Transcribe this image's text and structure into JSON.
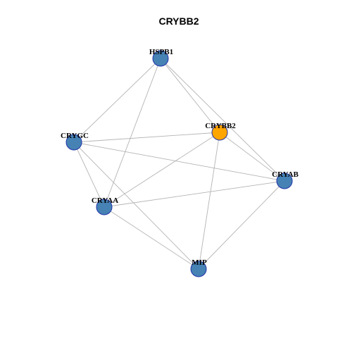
{
  "title": "CRYBB2",
  "colors": {
    "focus_node": "#ffa500",
    "other_node": "#4682b4",
    "node_border": "#2233aa",
    "edge": "#b4b4b4"
  },
  "nodes": [
    {
      "id": "HSPB1",
      "label": "HSPB1",
      "focus": false
    },
    {
      "id": "CRYBB2",
      "label": "CRYBB2",
      "focus": true
    },
    {
      "id": "CRYGC",
      "label": "CRYGC",
      "focus": false
    },
    {
      "id": "CRYAB",
      "label": "CRYAB",
      "focus": false
    },
    {
      "id": "CRYAA",
      "label": "CRYAA",
      "focus": false
    },
    {
      "id": "MIP",
      "label": "MIP",
      "focus": false
    }
  ],
  "edges": [
    [
      "HSPB1",
      "CRYGC"
    ],
    [
      "HSPB1",
      "CRYAA"
    ],
    [
      "HSPB1",
      "CRYBB2"
    ],
    [
      "HSPB1",
      "CRYAB"
    ],
    [
      "CRYGC",
      "CRYBB2"
    ],
    [
      "CRYGC",
      "CRYAB"
    ],
    [
      "CRYGC",
      "CRYAA"
    ],
    [
      "CRYGC",
      "MIP"
    ],
    [
      "CRYBB2",
      "CRYAA"
    ],
    [
      "CRYBB2",
      "MIP"
    ],
    [
      "CRYBB2",
      "CRYAB"
    ],
    [
      "CRYAA",
      "CRYAB"
    ],
    [
      "CRYAA",
      "MIP"
    ],
    [
      "CRYAB",
      "MIP"
    ]
  ]
}
